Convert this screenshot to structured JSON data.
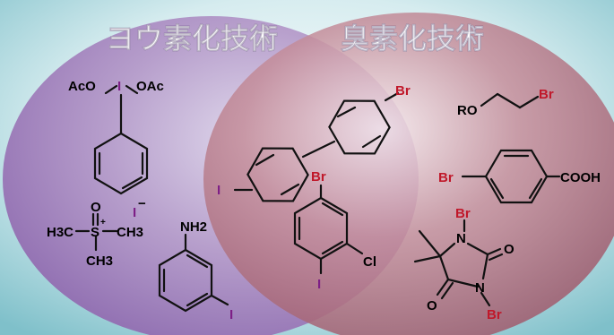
{
  "titles": {
    "iodine": "ヨウ素化技術",
    "bromine": "臭素化技術"
  },
  "colors": {
    "iodine_atom": "#7d1f86",
    "bromine_atom": "#c0182a",
    "text": "#111111",
    "iodine_circle": "#9a74b4",
    "bromine_circle": "#a65a6e"
  },
  "labels": {
    "aco_left": "AcO",
    "aco_right": "OAc",
    "hypervalent_iodine": "I",
    "sulfoxonium_o": "O",
    "sulfoxonium_s": "S",
    "sulfoxonium_plus": "+",
    "sulfoxonium_h3c": "H3C",
    "sulfoxonium_ch3_right": "CH3",
    "sulfoxonium_ch3_bottom": "CH3",
    "iodide_anion": "I",
    "iodide_minus": "−",
    "aniline_nh2": "NH2",
    "aniline_i": "I",
    "biphenyl_br": "Br",
    "biphenyl_i": "I",
    "haloarene_br": "Br",
    "haloarene_cl": "Cl",
    "haloarene_i": "I",
    "ro": "RO",
    "alkyl_br": "Br",
    "benzoic_br": "Br",
    "cooh": "COOH",
    "hydantoin_n_top_br": "Br",
    "hydantoin_n_top": "N",
    "hydantoin_n_bottom": "N",
    "hydantoin_n_bottom_br": "Br",
    "hydantoin_o_right": "O",
    "hydantoin_o_left": "O"
  }
}
